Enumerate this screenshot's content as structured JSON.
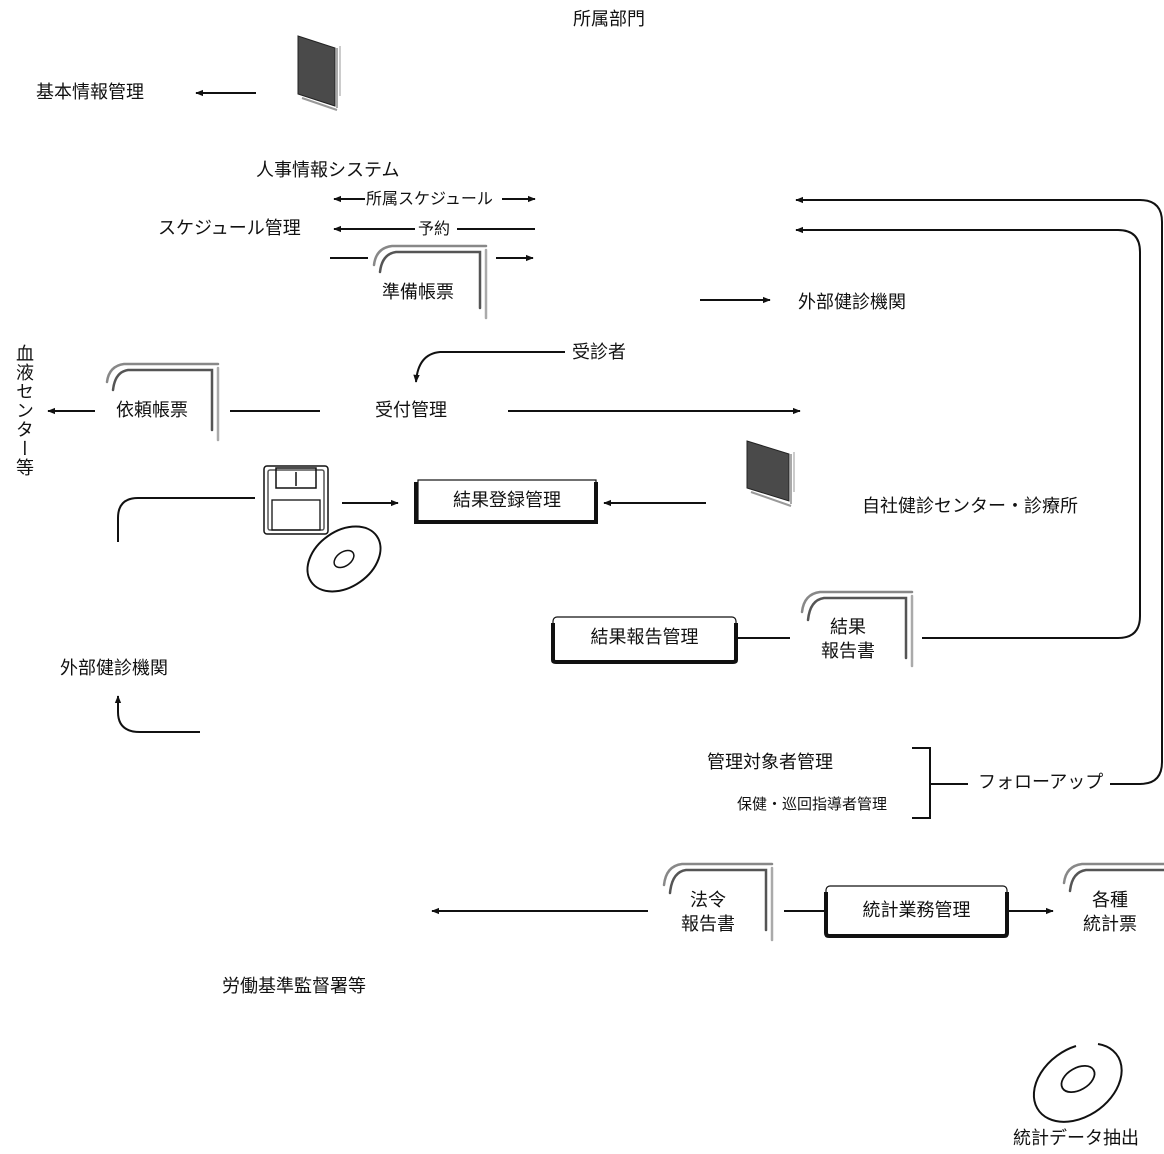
{
  "labels": {
    "dept": "所属部門",
    "basic_info": "基本情報管理",
    "hr_system": "人事情報システム",
    "dept_schedule": "所属スケジュール",
    "schedule_mgmt": "スケジュール管理",
    "reservation": "予約",
    "prep_form": "準備帳票",
    "ext_clinic_top": "外部健診機関",
    "examinee": "受診者",
    "blood_center": "血液センター等",
    "request_form": "依頼帳票",
    "reception": "受付管理",
    "result_entry": "結果登録管理",
    "own_center": "自社健診センター・診療所",
    "result_report_mgmt": "結果報告管理",
    "result_report_doc_1": "結果",
    "result_report_doc_2": "報告書",
    "ext_clinic_left": "外部健診機関",
    "managed_persons": "管理対象者管理",
    "health_guidance": "保健・巡回指導者管理",
    "followup": "フォローアップ",
    "legal_report_1": "法令",
    "legal_report_2": "報告書",
    "stats_mgmt": "統計業務管理",
    "stats_forms_1": "各種",
    "stats_forms_2": "統計票",
    "labor_office": "労働基準監督署等",
    "stats_extract": "統計データ抽出"
  }
}
